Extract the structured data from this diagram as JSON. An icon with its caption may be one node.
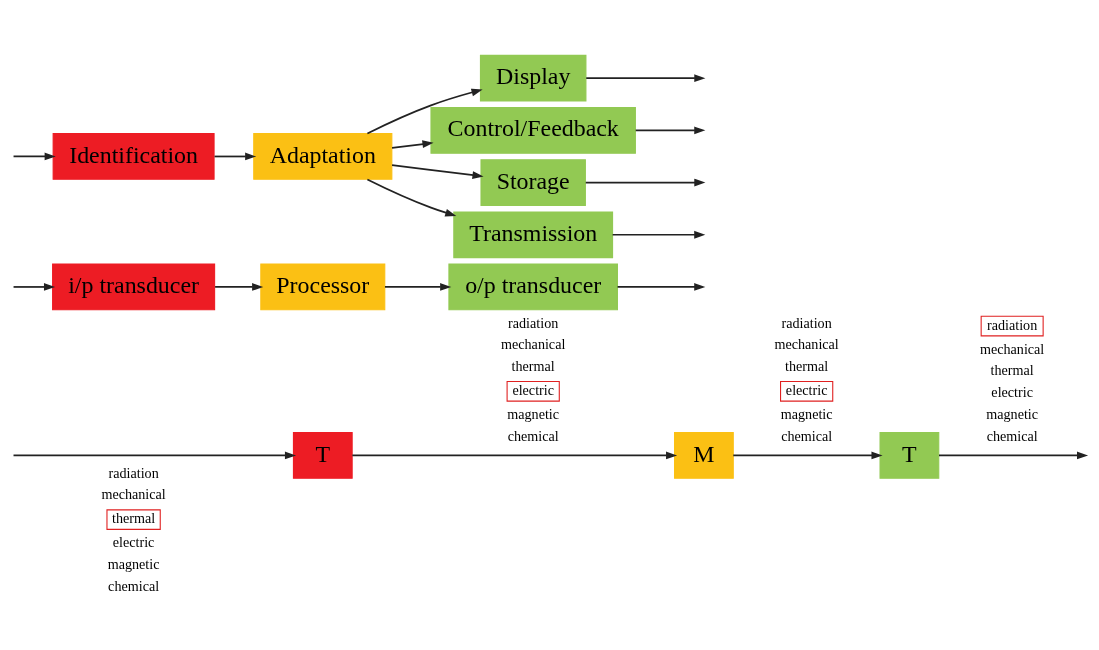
{
  "diagram": {
    "nodes": [
      {
        "text": [
          "thermal"
        ]
      },
      {
        "text": [
          "T"
        ]
      },
      {
        "text": [
          "electric"
        ]
      },
      {
        "text": [
          "M"
        ]
      },
      {
        "text": [
          "electric"
        ]
      },
      {
        "text": [
          "T"
        ]
      },
      {
        "text": [
          "radiation"
        ]
      },
      {
        "text": [
          "i/p transducer"
        ]
      },
      {
        "text": [
          "Processor"
        ]
      },
      {
        "text": [
          "o/p transducer"
        ]
      },
      {
        "text": [
          "Identification"
        ]
      },
      {
        "text": [
          "Adaptation"
        ]
      },
      {
        "text": [
          "Display"
        ]
      },
      {
        "text": [
          "Control/Feedback"
        ]
      },
      {
        "text": [
          "Storage"
        ]
      },
      {
        "text": [
          "Transmission"
        ]
      }
    ],
    "edges": [
      {
        "from": null,
        "to": 1,
        "arrow": "to"
      },
      {
        "from": 1,
        "to": 3,
        "arrow": "to"
      },
      {
        "from": 3,
        "to": 5,
        "arrow": "to"
      },
      {
        "from": 5,
        "to": null,
        "arrow": "to"
      },
      {
        "from": null,
        "to": 7,
        "arrow": "to"
      },
      {
        "from": 7,
        "to": 8,
        "arrow": "to"
      },
      {
        "from": 8,
        "to": 9,
        "arrow": "to"
      },
      {
        "from": 9,
        "to": null,
        "arrow": "to"
      },
      {
        "from": null,
        "to": 10,
        "arrow": "to"
      },
      {
        "from": 10,
        "to": 11,
        "arrow": "to"
      },
      {
        "from": 11,
        "to": 12,
        "arrow": "to"
      },
      {
        "from": 11,
        "to": 13,
        "arrow": "to"
      },
      {
        "from": 11,
        "to": 14,
        "arrow": "to"
      },
      {
        "from": 11,
        "to": 15,
        "arrow": "to"
      },
      {
        "from": 12,
        "to": null,
        "arrow": "to"
      },
      {
        "from": 13,
        "to": null,
        "arrow": "to"
      },
      {
        "from": 14,
        "to": null,
        "arrow": "to"
      },
      {
        "from": 15,
        "to": null,
        "arrow": "to"
      }
    ],
    "labels": [
      "radiation",
      "mechanical",
      "electric",
      "magnetic",
      "chemical",
      "radiation",
      "mechanical",
      "thermal",
      "magnetic",
      "chemical",
      "radiation",
      "mechanical",
      "thermal",
      "magnetic",
      "chemical",
      "mechanical",
      "thermal",
      "electric",
      "magnetic",
      "chemical"
    ]
  }
}
